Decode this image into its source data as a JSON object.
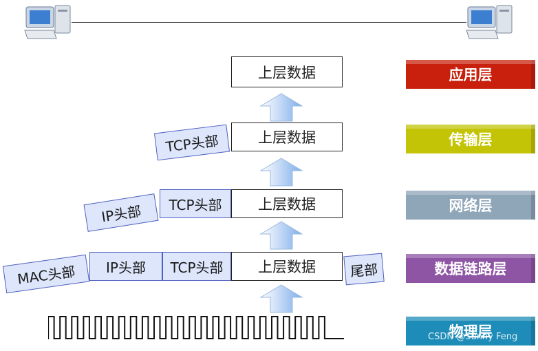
{
  "upper_data": "上层数据",
  "tcp_header": "TCP头部",
  "ip_header": "IP头部",
  "mac_header": "MAC头部",
  "trailer": "尾部",
  "layers": [
    {
      "label": "应用层",
      "color": "#c8200c"
    },
    {
      "label": "传输层",
      "color": "#c3c406"
    },
    {
      "label": "网络层",
      "color": "#8fa5b8"
    },
    {
      "label": "数据链路层",
      "color": "#8d55a4"
    },
    {
      "label": "物理层",
      "color": "#1e8cb8"
    }
  ],
  "watermark": "CSDN @Sunny Feng",
  "icons": [
    "computer-left-icon",
    "computer-right-icon",
    "arrow-up-icon",
    "square-wave-icon"
  ]
}
